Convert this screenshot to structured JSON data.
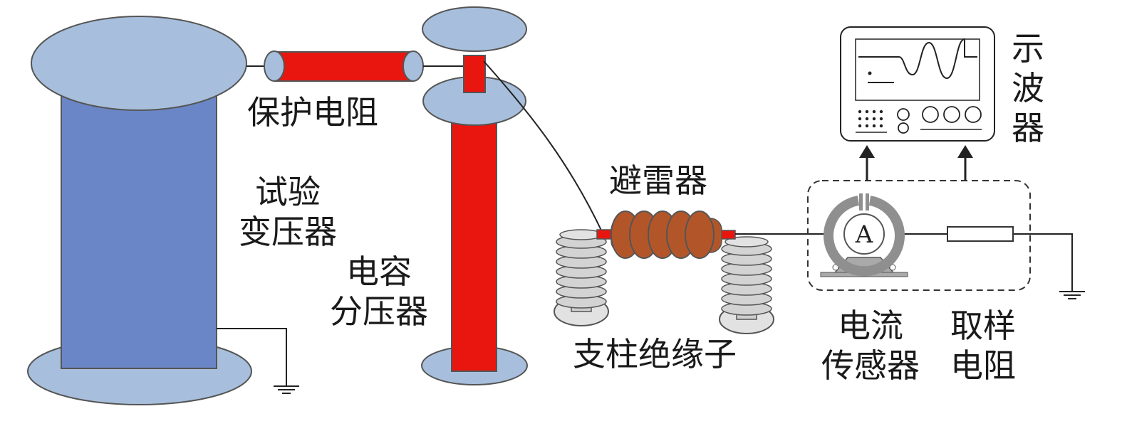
{
  "labels": {
    "protective_resistor": "保护电阻",
    "test_transformer": [
      "试验",
      "变压器"
    ],
    "capacitive_divider": [
      "电容",
      "分压器"
    ],
    "surge_arrester": "避雷器",
    "post_insulator": "支柱绝缘子",
    "current_sensor": [
      "电流",
      "传感器"
    ],
    "sampling_resistor": [
      "取样",
      "电阻"
    ],
    "oscilloscope": "示波器"
  },
  "symbols": {
    "ammeter": "A"
  },
  "colors": {
    "electrode": "#a7bfdc",
    "electrode_stroke": "#555555",
    "transformer_body": "#6b86c6",
    "red_component": "#e8160f",
    "arrester_brown": "#b2562a",
    "insulator_gray": "#d3d3d3",
    "wire": "#222222"
  },
  "icons": [
    "ground-icon",
    "ammeter-icon",
    "oscilloscope-icon",
    "arrow-up-icon",
    "resistor-icon"
  ]
}
